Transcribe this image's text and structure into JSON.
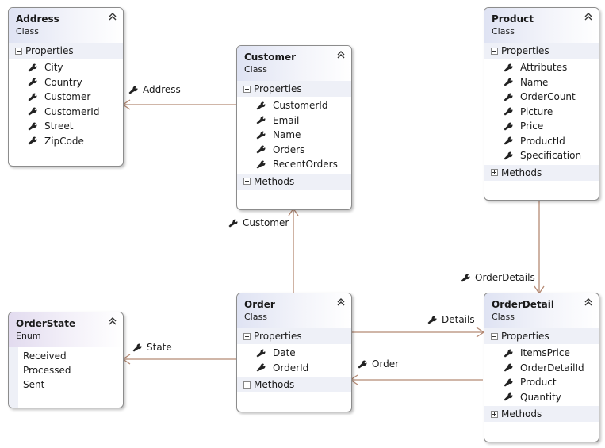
{
  "colors": {
    "connector": "#b58a74",
    "border": "#8c8c8c",
    "class_header": "#dfe3f3",
    "enum_header": "#e2dbef",
    "section_band": "#eef0f7"
  },
  "icons": {
    "member": "wrench-icon",
    "collapse": "double-chevron-up-icon",
    "section_expanded": "minus-box-icon",
    "section_collapsed": "plus-box-icon"
  },
  "entities": {
    "address": {
      "name": "Address",
      "kind": "Class",
      "properties_label": "Properties",
      "properties": [
        "City",
        "Country",
        "Customer",
        "CustomerId",
        "Street",
        "ZipCode"
      ]
    },
    "customer": {
      "name": "Customer",
      "kind": "Class",
      "properties_label": "Properties",
      "properties": [
        "CustomerId",
        "Email",
        "Name",
        "Orders",
        "RecentOrders"
      ],
      "methods_label": "Methods"
    },
    "product": {
      "name": "Product",
      "kind": "Class",
      "properties_label": "Properties",
      "properties": [
        "Attributes",
        "Name",
        "OrderCount",
        "Picture",
        "Price",
        "ProductId",
        "Specification"
      ],
      "methods_label": "Methods"
    },
    "order": {
      "name": "Order",
      "kind": "Class",
      "properties_label": "Properties",
      "properties": [
        "Date",
        "OrderId"
      ],
      "methods_label": "Methods"
    },
    "orderdetail": {
      "name": "OrderDetail",
      "kind": "Class",
      "properties_label": "Properties",
      "properties": [
        "ItemsPrice",
        "OrderDetailId",
        "Product",
        "Quantity"
      ],
      "methods_label": "Methods"
    },
    "orderstate": {
      "name": "OrderState",
      "kind": "Enum",
      "values": [
        "Received",
        "Processed",
        "Sent"
      ]
    }
  },
  "associations": {
    "address": "Address",
    "customer": "Customer",
    "state": "State",
    "details": "Details",
    "order": "Order",
    "orderdetails": "OrderDetails"
  }
}
